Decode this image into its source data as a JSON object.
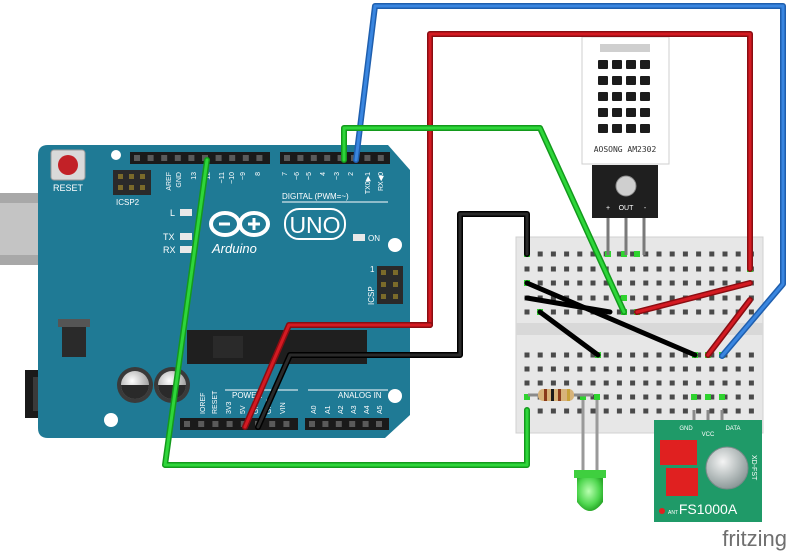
{
  "arduino": {
    "reset_label": "RESET",
    "icsp2_label": "ICSP2",
    "icsp_label": "ICSP",
    "on_label": "ON",
    "led_l": "L",
    "led_tx": "TX",
    "led_rx": "RX",
    "aref": "AREF",
    "gnd_top": "GND",
    "d13": "13",
    "d12": "12",
    "d11": "~11",
    "d10": "~10",
    "d9": "~9",
    "d8": "8",
    "d7": "7",
    "d6": "~6",
    "d5": "~5",
    "d4": "4",
    "d3": "~3",
    "d2": "2",
    "d1": "TX0▶1",
    "d0": "RX◀0",
    "digital_label": "DIGITAL (PWM=~)",
    "brand": "Arduino",
    "model": "UNO",
    "power_label": "POWER",
    "analog_label": "ANALOG IN",
    "ioref": "IOREF",
    "reset_pin": "RESET",
    "v33": "3V3",
    "v5": "5V",
    "gnd1": "GND",
    "gnd2": "GND",
    "vin": "VIN",
    "a0": "A0",
    "a1": "A1",
    "a2": "A2",
    "a3": "A3",
    "a4": "A4",
    "a5": "A5",
    "one_label": "1"
  },
  "sensor": {
    "label": "AOSONG AM2302",
    "pin_plus": "+",
    "pin_out": "OUT",
    "pin_minus": "-"
  },
  "transmitter": {
    "pin_gnd": "GND",
    "pin_vcc": "VCC",
    "pin_data": "DATA",
    "model": "FS1000A",
    "side_code": "XD-FST",
    "ant_label": "ANT"
  },
  "footer": {
    "logo": "fritzing"
  },
  "colors": {
    "board": "#1f7a95",
    "wire_red": "#c0141b",
    "wire_blue": "#2c74c9",
    "wire_green": "#1fbf2a",
    "wire_black": "#151515",
    "breadboard": "#e7e7e7",
    "transmitter_pcb": "#1f9a68",
    "led": "#5ae05a"
  }
}
